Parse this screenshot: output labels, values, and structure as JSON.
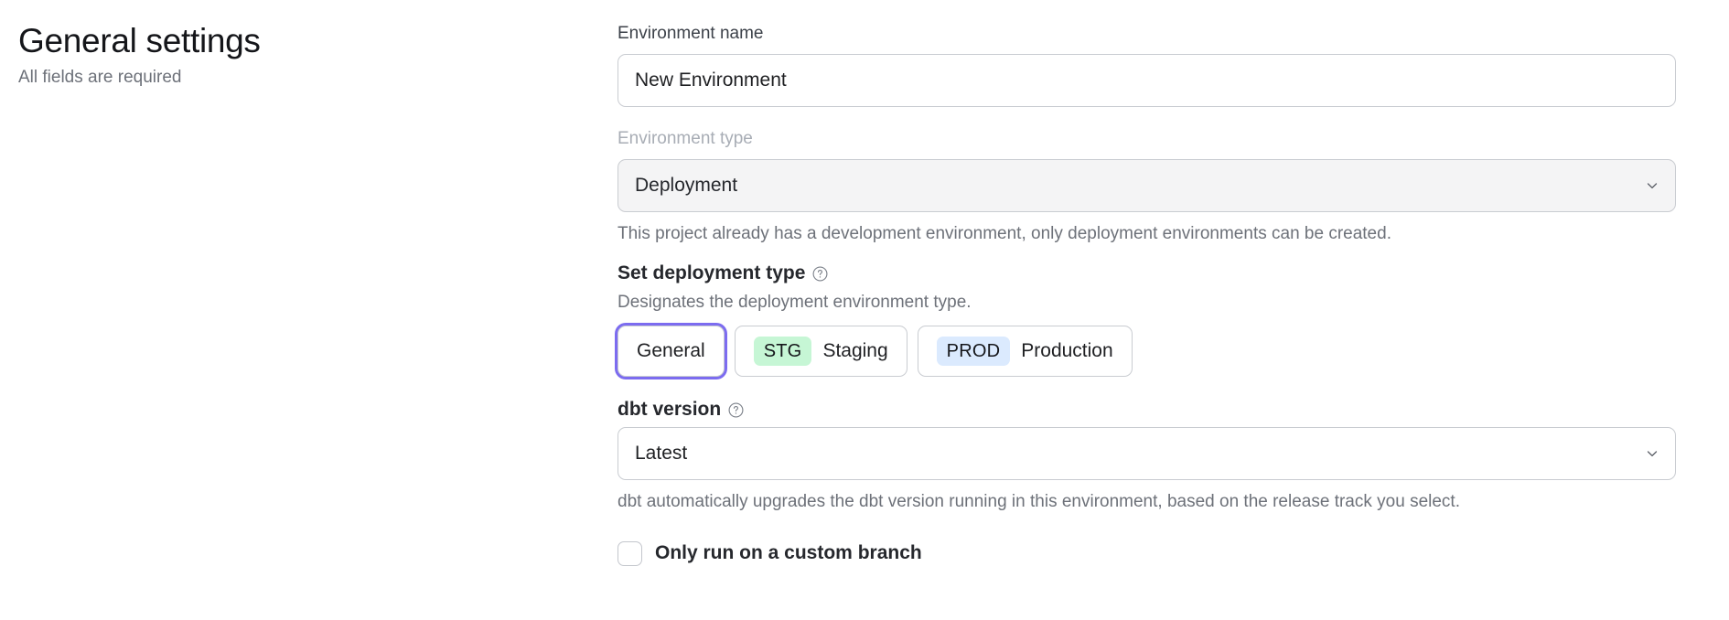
{
  "left": {
    "title": "General settings",
    "subtitle": "All fields are required"
  },
  "form": {
    "environment_name": {
      "label": "Environment name",
      "value": "New Environment",
      "placeholder": "Environment name"
    },
    "environment_type": {
      "label": "Environment type",
      "value": "Deployment",
      "chevron_icon": "chevron-down-icon",
      "helper_text": "This project already has a development environment, only deployment environments can be created."
    },
    "deployment_type": {
      "label": "Set deployment type",
      "help_icon": "question-circle-icon",
      "description": "Designates the deployment environment type.",
      "options": [
        {
          "badge": "",
          "label": "General",
          "selected": true
        },
        {
          "badge": "STG",
          "label": "Staging",
          "selected": false
        },
        {
          "badge": "PROD",
          "label": "Production",
          "selected": false
        }
      ]
    },
    "dbt_version": {
      "label": "dbt version",
      "help_icon": "question-circle-icon",
      "value": "Latest",
      "chevron_icon": "chevron-down-icon",
      "helper_text": "dbt automatically upgrades the dbt version running in this environment, based on the release track you select."
    },
    "custom_branch": {
      "label": "Only run on a custom branch",
      "checked": false
    }
  },
  "colors": {
    "focus_ring": "#7c6cf0",
    "badge_stg_bg": "#c6f6d5",
    "badge_prod_bg": "#dbeafe",
    "border": "#c9ccd1",
    "disabled_bg": "#f4f4f5",
    "muted_text": "#6d7179"
  }
}
